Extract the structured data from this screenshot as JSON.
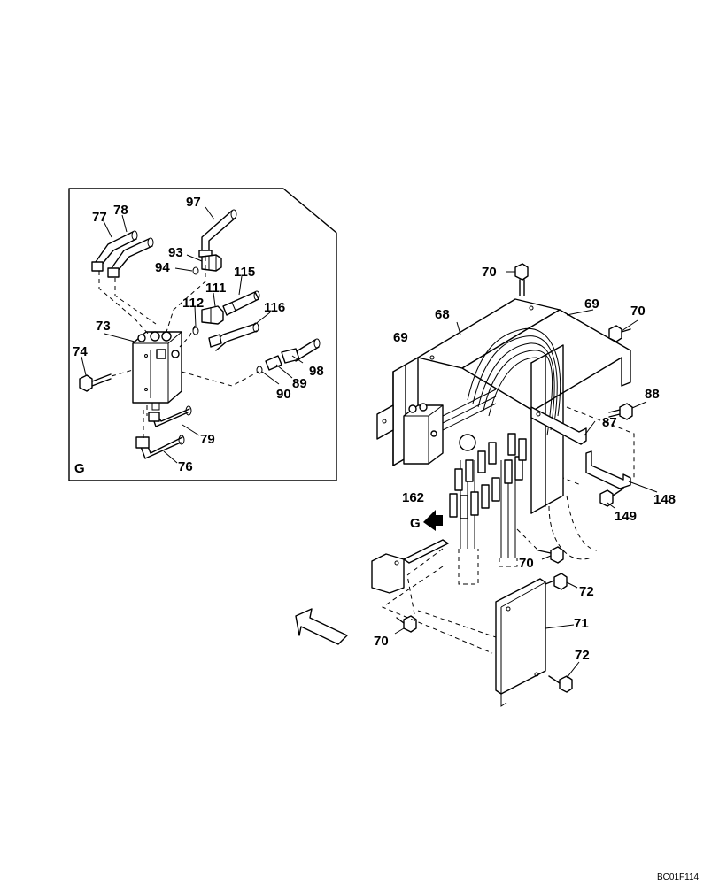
{
  "detail_view": {
    "label": "G"
  },
  "view_arrow_label": "G",
  "drawing_code": "BC01F114",
  "callouts": [
    "97",
    "77",
    "78",
    "93",
    "94",
    "115",
    "111",
    "112",
    "116",
    "73",
    "74",
    "98",
    "89",
    "90",
    "79",
    "76",
    "70",
    "68",
    "69",
    "70",
    "88",
    "87",
    "162",
    "148",
    "149",
    "70",
    "72",
    "71",
    "70",
    "72"
  ]
}
